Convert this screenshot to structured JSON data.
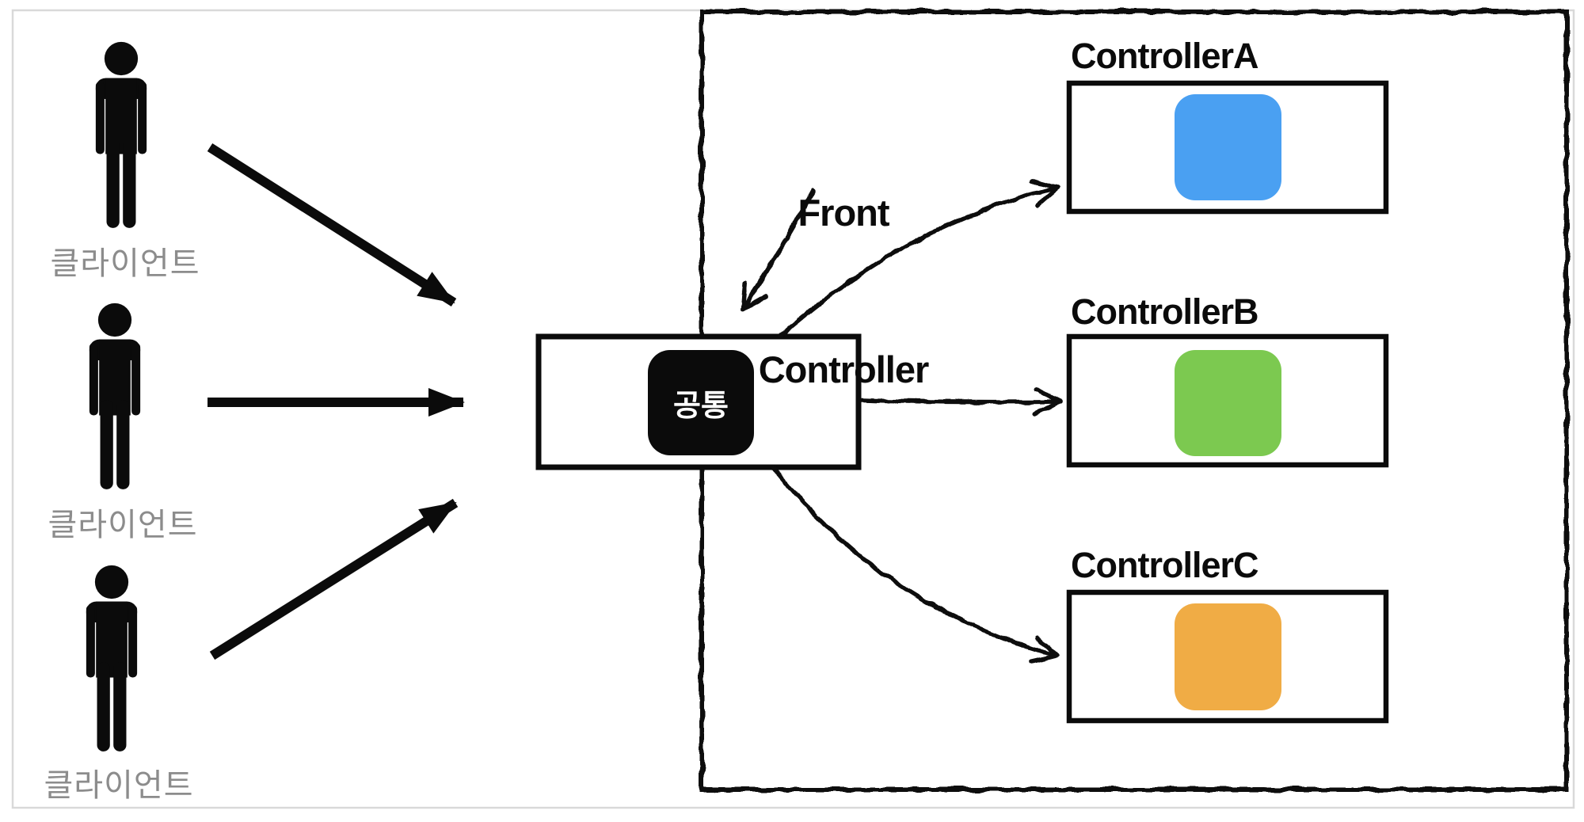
{
  "diagram": {
    "clients": [
      {
        "label": "클라이언트"
      },
      {
        "label": "클라이언트"
      },
      {
        "label": "클라이언트"
      }
    ],
    "front_controller": {
      "line1": "Front",
      "line2": "Controller",
      "common_label": "공통"
    },
    "controllers": [
      {
        "title": "ControllerA",
        "color": "#4AA0F2"
      },
      {
        "title": "ControllerB",
        "color": "#7CC950"
      },
      {
        "title": "ControllerC",
        "color": "#F0AC45"
      }
    ],
    "colors": {
      "outline": "#0B0B0B",
      "label_gray": "#8C8C8C",
      "frame_gray": "#D9D9D9"
    }
  }
}
